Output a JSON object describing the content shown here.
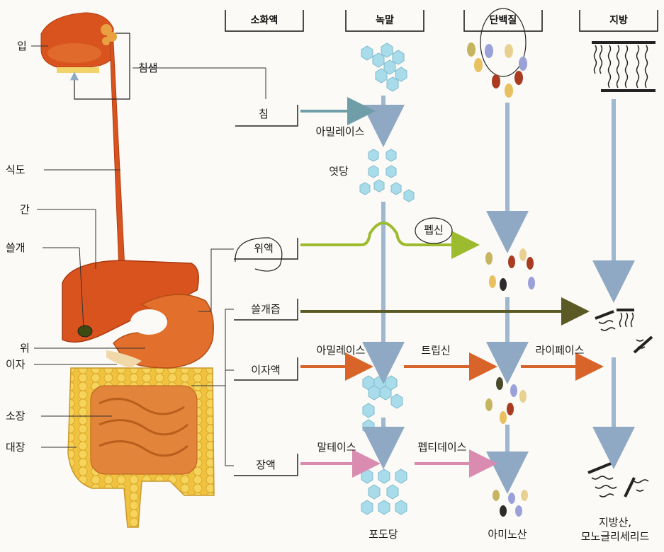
{
  "organs": {
    "mouth": "입",
    "salivary_glands": "침샘",
    "esophagus": "식도",
    "liver": "간",
    "gallbladder": "쓸개",
    "stomach": "위",
    "pancreas": "이자",
    "small_intestine": "소장",
    "large_intestine": "대장"
  },
  "headers": {
    "secretion": "소화액",
    "starch": "녹말",
    "protein": "단백질",
    "fat": "지방"
  },
  "secretions": {
    "saliva": "침",
    "gastric_juice": "위액",
    "bile": "쓸개즙",
    "pancreatic_juice": "이자액",
    "intestinal_juice": "장액"
  },
  "enzymes": {
    "amylase_saliva": "아밀레이스",
    "pepsin": "펩신",
    "amylase_pancreas": "아밀레이스",
    "trypsin": "트립신",
    "lipase": "라이페이스",
    "maltase": "말테이스",
    "peptidase": "펩티데이스"
  },
  "products": {
    "maltose": "엿당",
    "glucose": "포도당",
    "amino_acid": "아미노산",
    "fatty_acid_line1": "지방산,",
    "fatty_acid_line2": "모노글리세리드"
  },
  "colors": {
    "saliva_arrow": "#6f9ea8",
    "gastric_arrow": "#9dbb2e",
    "bile_arrow": "#5b5a24",
    "pancreatic_arrow": "#d8642a",
    "intestinal_arrow": "#d98bb0",
    "flow_arrow": "#9fb7cf",
    "molecule": "#a8dcea",
    "organ": "#d9531f",
    "intestine": "#f2c94c"
  }
}
